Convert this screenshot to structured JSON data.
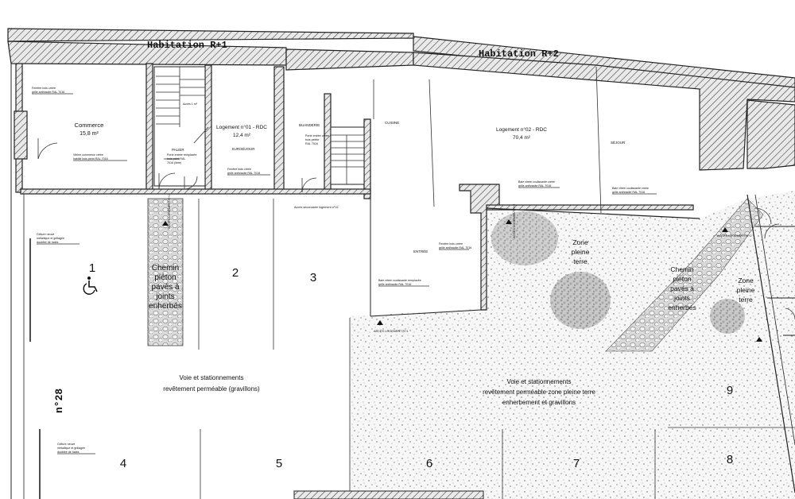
{
  "headers": {
    "r1": "Habitation  R+1",
    "r2": "Habitation  R+2"
  },
  "rooms": {
    "commerce": {
      "name": "Commerce",
      "area": "15,8  m²"
    },
    "palier": "PALIER",
    "logement1": {
      "name": "Logement n°01 - RDC",
      "area": "12,4  m²",
      "sub": "SUR/SÉJOUR"
    },
    "buanderie": "BUANDERIE",
    "cuisine": "CUISINE",
    "logement2": {
      "name": "Logement n°02 - RDC",
      "area": "70,4  m²"
    },
    "sejour": "SÉJOUR",
    "entree": "ENTRÉE"
  },
  "zones": {
    "chemin_left": [
      "Chemin",
      "piéton",
      "pavés à",
      "joints",
      "enherbés"
    ],
    "chemin_right": [
      "Chemin",
      "piéton",
      "pavés à",
      "joints",
      "enherbés"
    ],
    "pleine_terre_1": [
      "Zone",
      "pleine",
      "terre"
    ],
    "pleine_terre_2": [
      "Zone",
      "pleine",
      "terre"
    ],
    "voie_left": [
      "Voie et stationnements",
      "revêtement perméable (gravillons)"
    ],
    "voie_right": [
      "Voie et stationnements",
      "revêtement perméable zone pleine terre",
      "enherbement et gravillons"
    ]
  },
  "street": "n°28",
  "parking_numbers": [
    "1",
    "2",
    "3",
    "4",
    "5",
    "6",
    "7",
    "8",
    "9"
  ],
  "access_labels": {
    "a1": "ACCÈS LOGEMENT R+1",
    "a2": "ACCÈS LOGEMENT R+1",
    "a3": "ACCÈS LOGEMENT R+2",
    "a4": "ACCÈS LOGEMENT R+2",
    "a5": "Accès secondaire logement n°02"
  },
  "notes": {
    "n1": [
      "Fenêtre bois créée",
      "grille anthracite RAL 7016"
    ],
    "n2": [
      "Vitrine commerce créée",
      "habillé bois peint RAL 7016"
    ],
    "n3": [
      "Porte entrée remplacée",
      "bois peint RAL",
      "7016 (libre)"
    ],
    "n4": [
      "Fenêtre bois créée",
      "grille anthracite RAL 7016"
    ],
    "n5": [
      "Porte entrée créée",
      "bois peinte",
      "RAL 7016"
    ],
    "n6": [
      "Baie vitrée coulissante créée",
      "grille anthracite RAL 7016"
    ],
    "n7": [
      "Baie vitrée coulissante créée",
      "grille anthracite RAL 7016"
    ],
    "n8": [
      "Fenêtre bois créée",
      "grille anthracite RAL 7016"
    ],
    "n9": [
      "Baie vitrée coulissante remplacée",
      "grille anthracite RAL 7016"
    ],
    "n10": [
      "Clôture neuve",
      "métallique et grillagée",
      "doublée de haies"
    ],
    "n11": [
      "Clôture neuve",
      "métallique et grillagée",
      "doublée de haies"
    ],
    "n12": [
      "Accès 1 m²"
    ]
  }
}
